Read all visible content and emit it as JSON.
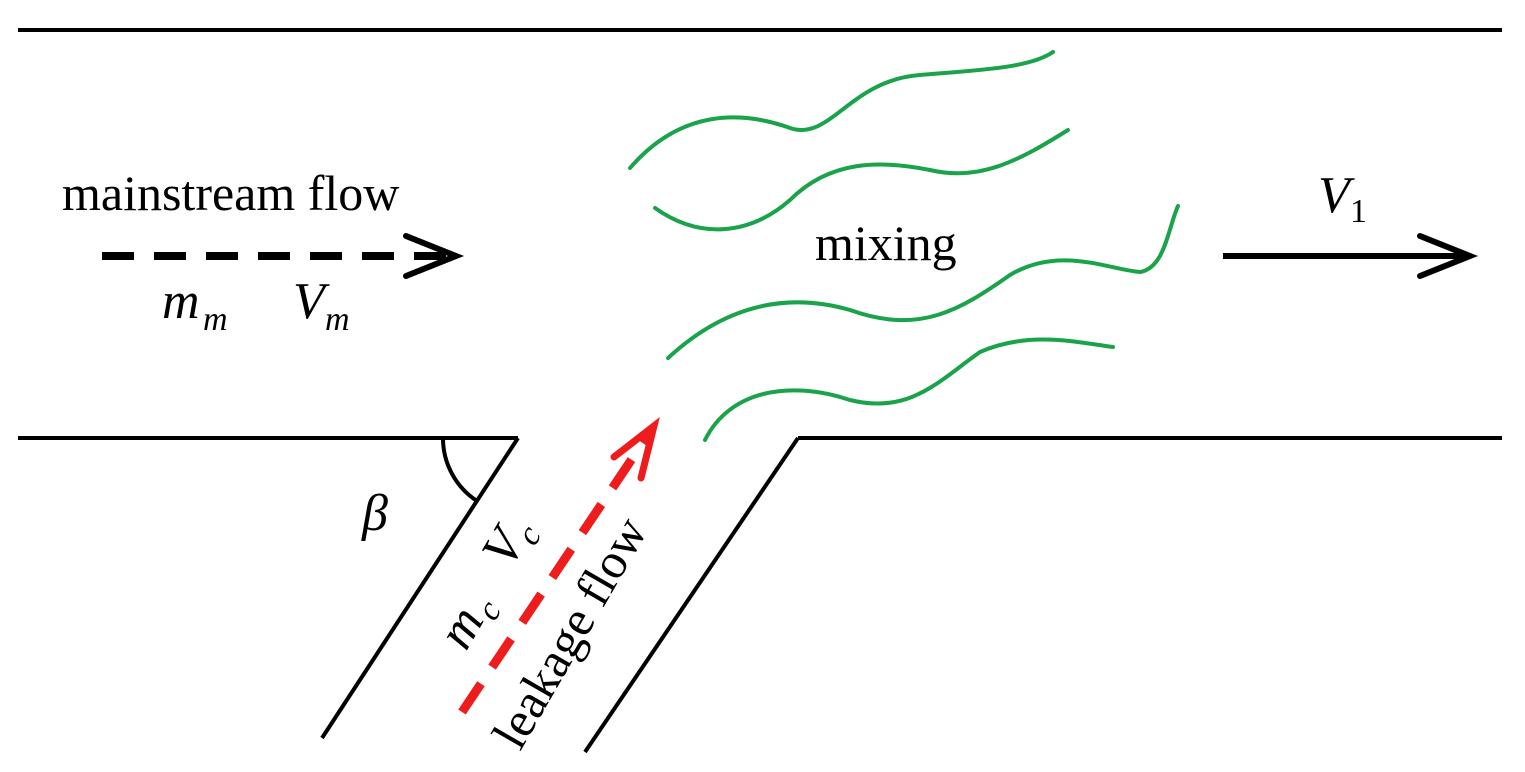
{
  "labels": {
    "mainstream": "mainstream flow",
    "mixing": "mixing",
    "leakage": "leakage flow",
    "m_main_symbol": "m",
    "m_main_sub": "m",
    "v_main_symbol": "V",
    "v_main_sub": "m",
    "v1_symbol": "V",
    "v1_sub": "1",
    "m_leak_symbol": "m",
    "m_leak_sub": "c",
    "v_leak_symbol": "V",
    "v_leak_sub": "c",
    "angle": "β"
  },
  "colors": {
    "walls": "#000000",
    "mainstream_arrow": "#000000",
    "leakage_arrow": "#ee1c1c",
    "mixing_waves": "#1aa34a",
    "outlet_arrow": "#000000"
  },
  "arrows": {
    "mainstream": {
      "style": "dashed",
      "color_key": "mainstream_arrow"
    },
    "leakage": {
      "style": "dashed",
      "color_key": "leakage_arrow"
    },
    "outlet": {
      "style": "solid",
      "color_key": "outlet_arrow"
    }
  }
}
